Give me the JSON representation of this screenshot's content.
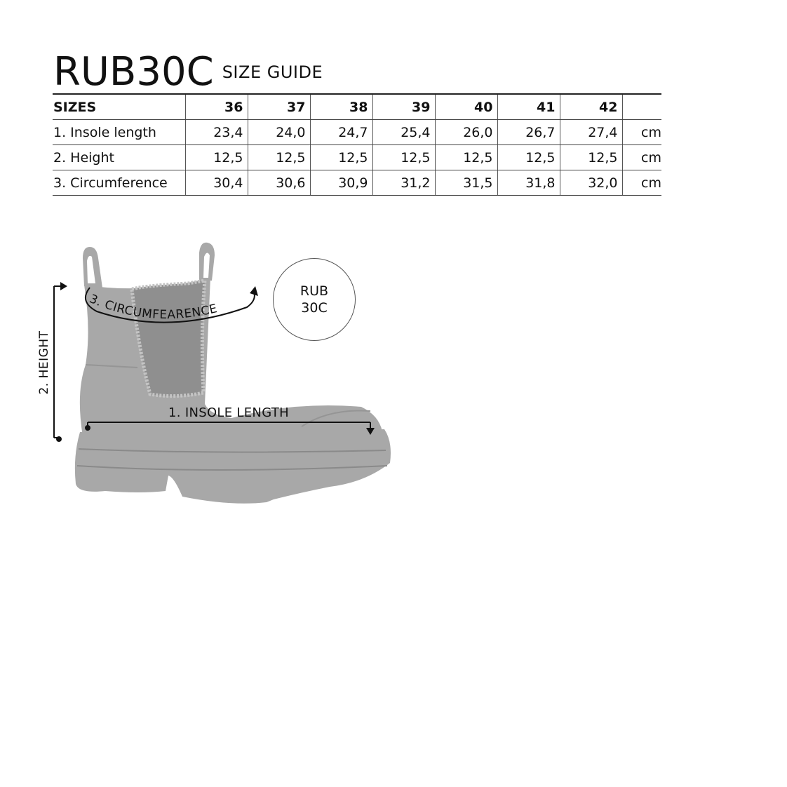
{
  "header": {
    "model": "RUB30C",
    "subtitle": "SIZE GUIDE"
  },
  "table": {
    "first_header": "SIZES",
    "sizes": [
      "36",
      "37",
      "38",
      "39",
      "40",
      "41",
      "42"
    ],
    "rows": [
      {
        "label": "1. Insole length",
        "values": [
          "23,4",
          "24,0",
          "24,7",
          "25,4",
          "26,0",
          "26,7",
          "27,4"
        ],
        "unit": "cm"
      },
      {
        "label": "2. Height",
        "values": [
          "12,5",
          "12,5",
          "12,5",
          "12,5",
          "12,5",
          "12,5",
          "12,5"
        ],
        "unit": "cm"
      },
      {
        "label": "3. Circumference",
        "values": [
          "30,4",
          "30,6",
          "30,9",
          "31,2",
          "31,5",
          "31,8",
          "32,0"
        ],
        "unit": "cm"
      }
    ]
  },
  "diagram": {
    "height_label": "2. HEIGHT",
    "circumference_label": "3. CIRCUMFEARENCE",
    "insole_label": "1. INSOLE LENGTH",
    "badge_line1": "RUB",
    "badge_line2": "30C",
    "boot_color": "#a8a8a8"
  }
}
